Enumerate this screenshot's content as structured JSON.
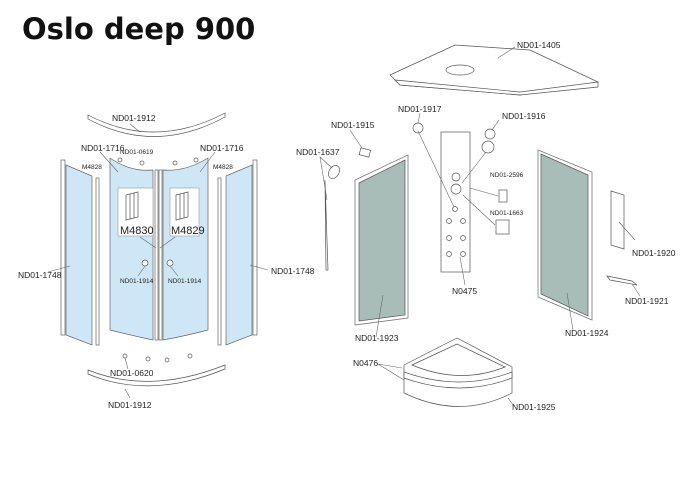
{
  "title": "Oslo deep 900",
  "labels": {
    "ceiling": "ND01-1405",
    "top_rail": "ND01-1912",
    "bottom_rail": "ND01-1912",
    "door_left": "ND01-1716",
    "door_right": "ND01-1716",
    "roller_top": "ND01-0619",
    "roller_bottom": "ND01-0620",
    "seal_left": "M4828",
    "seal_right": "M4828",
    "magnet_left": "M4830",
    "magnet_right": "M4829",
    "handle_left": "ND01-1914",
    "handle_right": "ND01-1914",
    "side_left": "ND01-1748",
    "side_right": "ND01-1748",
    "nozzle_1917": "ND01-1917",
    "knob_1916": "ND01-1916",
    "holder_1915": "ND01-1915",
    "handshower": "ND01-1637",
    "cartridge_2596": "ND01-2596",
    "cartridge_1663": "ND01-1663",
    "column": "N0475",
    "mirror": "ND01-1920",
    "shelf": "ND01-1921",
    "back_left": "ND01-1923",
    "back_right": "ND01-1924",
    "tray": "N0476",
    "apron": "ND01-1925"
  }
}
